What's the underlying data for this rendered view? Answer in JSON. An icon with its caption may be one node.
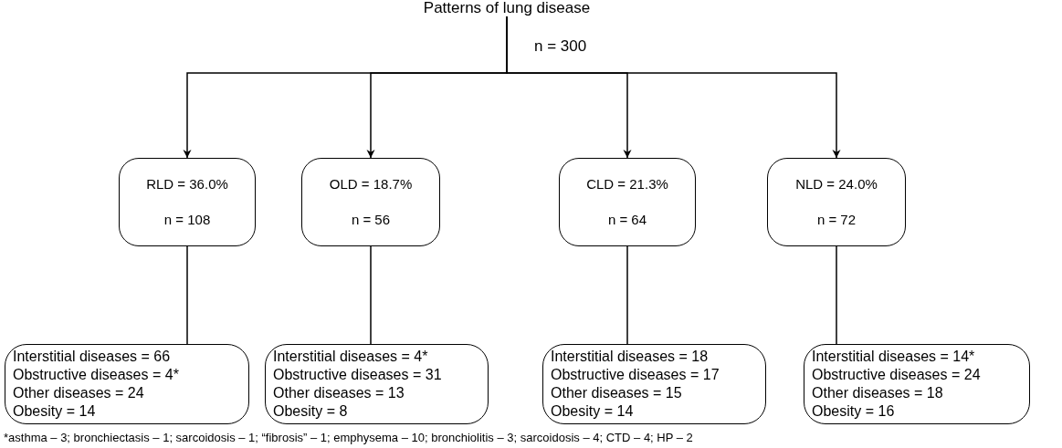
{
  "diagram": {
    "nodes": [
      {
        "text": [
          "Patterns of lung disease"
        ],
        "beside": [
          "n = 300"
        ]
      },
      {
        "text": [
          "RLD = 36.0%",
          "n = 108"
        ]
      },
      {
        "text": [
          "OLD = 18.7%",
          "n = 56"
        ]
      },
      {
        "text": [
          "CLD = 21.3%",
          "n = 64"
        ]
      },
      {
        "text": [
          "NLD = 24.0%",
          "n = 72"
        ]
      },
      {
        "text": [
          "Interstitial diseases = 66",
          "Obstructive diseases = 4*",
          "Other diseases = 24",
          "Obesity = 14"
        ]
      },
      {
        "text": [
          "Interstitial diseases = 4*",
          "Obstructive diseases = 31",
          "Other diseases = 13",
          "Obesity = 8"
        ]
      },
      {
        "text": [
          "Interstitial diseases = 18",
          "Obstructive diseases = 17",
          "Other diseases = 15",
          "Obesity = 14"
        ]
      },
      {
        "text": [
          "Interstitial diseases = 14*",
          "Obstructive diseases = 24",
          "Other diseases = 18",
          "Obesity = 16"
        ]
      }
    ],
    "edges": [
      {
        "from": 0,
        "to": 1,
        "arrow": "to"
      },
      {
        "from": 0,
        "to": 2,
        "arrow": "to"
      },
      {
        "from": 0,
        "to": 3,
        "arrow": "to"
      },
      {
        "from": 0,
        "to": 4,
        "arrow": "to"
      },
      {
        "from": 1,
        "to": 5,
        "arrow": "none"
      },
      {
        "from": 2,
        "to": 6,
        "arrow": "none"
      },
      {
        "from": 3,
        "to": 7,
        "arrow": "none"
      },
      {
        "from": 4,
        "to": 8,
        "arrow": "none"
      }
    ],
    "labels": [
      "*asthma – 3; bronchiectasis – 1; sarcoidosis – 1; “fibrosis” – 1; emphysema – 10; bronchiolitis – 3; sarcoidosis – 4; CTD – 4; HP – 2"
    ]
  }
}
